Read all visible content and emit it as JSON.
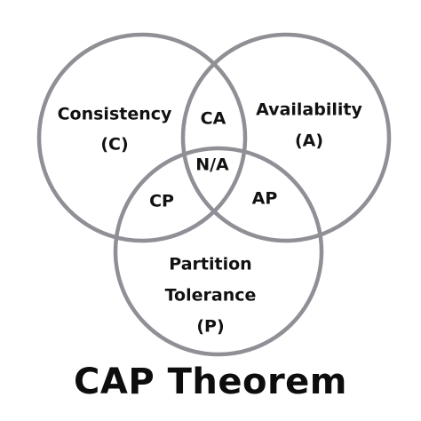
{
  "title": "CAP Theorem",
  "circles": {
    "consistency": {
      "label": "Consistency",
      "abbr": "(C)"
    },
    "availability": {
      "label": "Availability",
      "abbr": "(A)"
    },
    "partition": {
      "label_line1": "Partition",
      "label_line2": "Tolerance",
      "abbr": "(P)"
    }
  },
  "intersections": {
    "ca": "CA",
    "cp": "CP",
    "ap": "AP",
    "center": "N/A"
  },
  "colors": {
    "circle_stroke": "#8f8f96",
    "text": "#111111",
    "background": "#ffffff"
  }
}
